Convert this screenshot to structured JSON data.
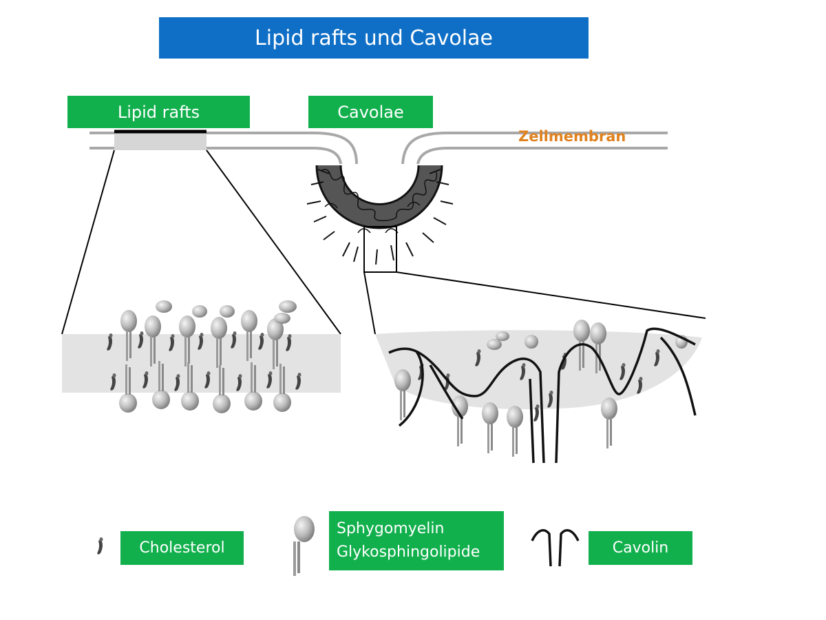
{
  "title": "Lipid rafts und Cavolae",
  "labels": {
    "lipid_rafts": "Lipid rafts",
    "cavolae": "Cavolae",
    "zellmembran": "Zellmembran"
  },
  "legend": {
    "cholesterol": "Cholesterol",
    "sphygomyelin": "Sphygomyelin",
    "glykosphingolipide": "Glykosphingolipide",
    "cavolin": "Cavolin"
  },
  "colors": {
    "title_bg": "#0f6fc6",
    "label_bg": "#12b04d",
    "label_text": "#ffffff",
    "zellmembran_text": "#e0821f",
    "membrane": "#a8a8a8",
    "raft_region": "#e3e3e3"
  }
}
